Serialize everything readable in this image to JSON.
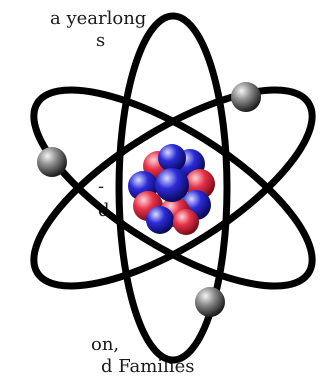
{
  "text_fragments": [
    "a yearlong",
    "s",
    "-",
    "d",
    "on,",
    "d Families"
  ],
  "figure": {
    "type": "atom-diagram",
    "colors": {
      "orbit": "#000000",
      "electron": "#555555",
      "proton": "#e8334a",
      "neutron": "#2b2bd9",
      "background": "#ffffff"
    }
  }
}
